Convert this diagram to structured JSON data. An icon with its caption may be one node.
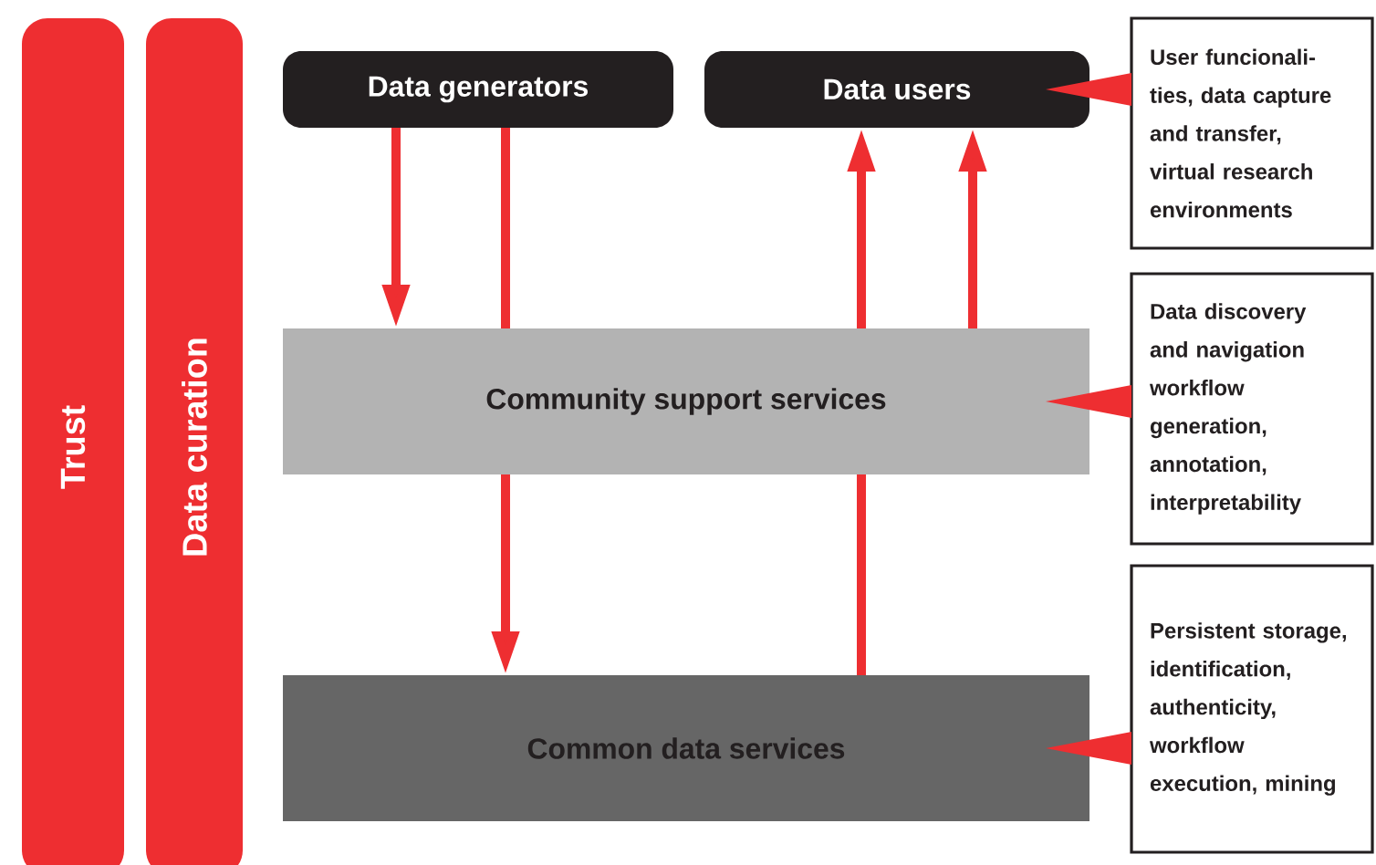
{
  "diagram": {
    "nodes": [
      {
        "text": [
          "Trust"
        ]
      },
      {
        "text": [
          "Data curation"
        ]
      },
      {
        "text": [
          "Data generators"
        ]
      },
      {
        "text": [
          "Data users"
        ]
      },
      {
        "text": [
          "Community support services"
        ]
      },
      {
        "text": [
          "Common data services"
        ]
      },
      {
        "text": [
          "User funcionali- ties, data capture and transfer, virtual research environments"
        ]
      },
      {
        "text": [
          "Data discovery and navigation workflow generation, annotation, interpretability"
        ]
      },
      {
        "text": [
          "Persistent storage, identification, authenticity, workflow execution, mining"
        ]
      }
    ],
    "edges": [
      {
        "from": 2,
        "to": 4,
        "arrow": "to"
      },
      {
        "from": 2,
        "to": 4,
        "arrow": "none"
      },
      {
        "from": 4,
        "to": 5,
        "arrow": "to"
      },
      {
        "from": 5,
        "to": 4,
        "arrow": "none"
      },
      {
        "from": 4,
        "to": 3,
        "arrow": "to"
      },
      {
        "from": 4,
        "to": 3,
        "arrow": "to"
      },
      {
        "from": 6,
        "to": 3,
        "arrow": "to"
      },
      {
        "from": 7,
        "to": 4,
        "arrow": "to"
      },
      {
        "from": 8,
        "to": 5,
        "arrow": "to"
      }
    ]
  }
}
